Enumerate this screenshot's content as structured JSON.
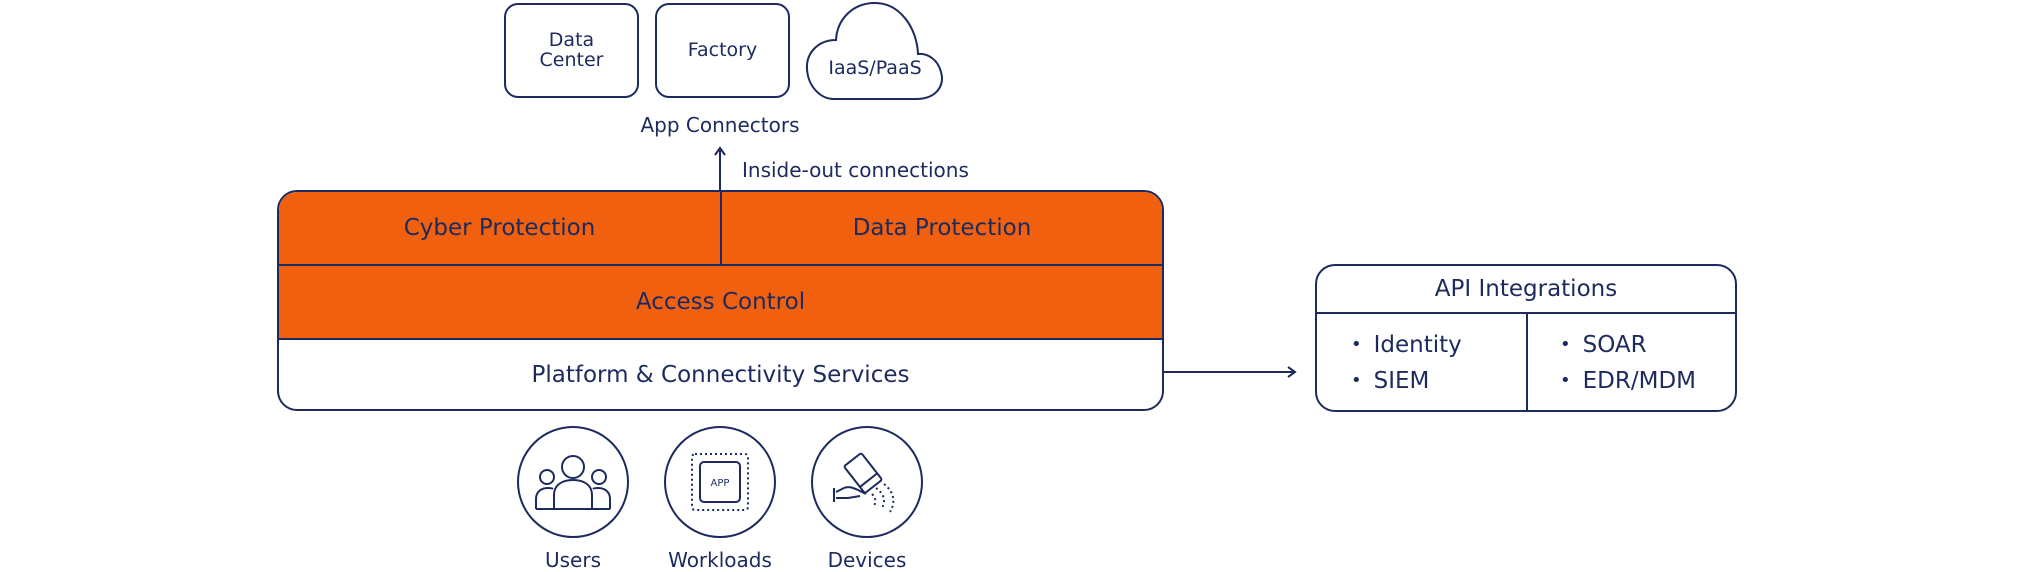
{
  "colors": {
    "navy": "#1c2a5e",
    "accent_orange": "#f0600f",
    "background": "#ffffff"
  },
  "sources": [
    {
      "label": "Data\nCenter",
      "icon": "rounded-box"
    },
    {
      "label": "Factory",
      "icon": "rounded-box"
    },
    {
      "label": "IaaS/PaaS",
      "icon": "cloud-icon"
    }
  ],
  "app_connectors_label": "App Connectors",
  "inside_out_label": "Inside-out connections",
  "platform": {
    "layers": {
      "cyber_protection": "Cyber Protection",
      "data_protection": "Data Protection",
      "access_control": "Access Control",
      "platform_services": "Platform & Connectivity Services"
    }
  },
  "api_integrations": {
    "title": "API Integrations",
    "left_items": [
      "Identity",
      "SIEM"
    ],
    "right_items": [
      "SOAR",
      "EDR/MDM"
    ]
  },
  "entities": [
    {
      "label": "Users",
      "icon": "users-icon"
    },
    {
      "label": "Workloads",
      "icon": "app-chip-icon",
      "icon_text": "APP"
    },
    {
      "label": "Devices",
      "icon": "device-icon"
    }
  ]
}
